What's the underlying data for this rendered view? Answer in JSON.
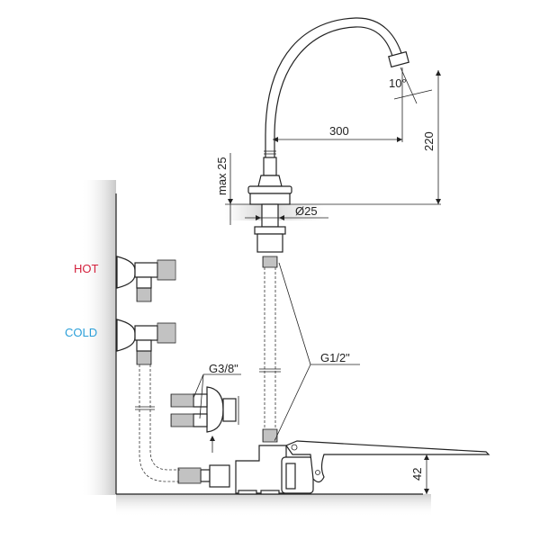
{
  "labels": {
    "angle": "10°",
    "reach": "300",
    "height": "220",
    "max_thickness": "max 25",
    "hole_diameter": "Ø25",
    "hot": "HOT",
    "cold": "COLD",
    "thread_small": "G3/8\"",
    "thread_large": "G1/2\"",
    "pedal_height": "42"
  },
  "colors": {
    "hot": "#d4213d",
    "cold": "#2b9fd9",
    "line": "#222222"
  }
}
